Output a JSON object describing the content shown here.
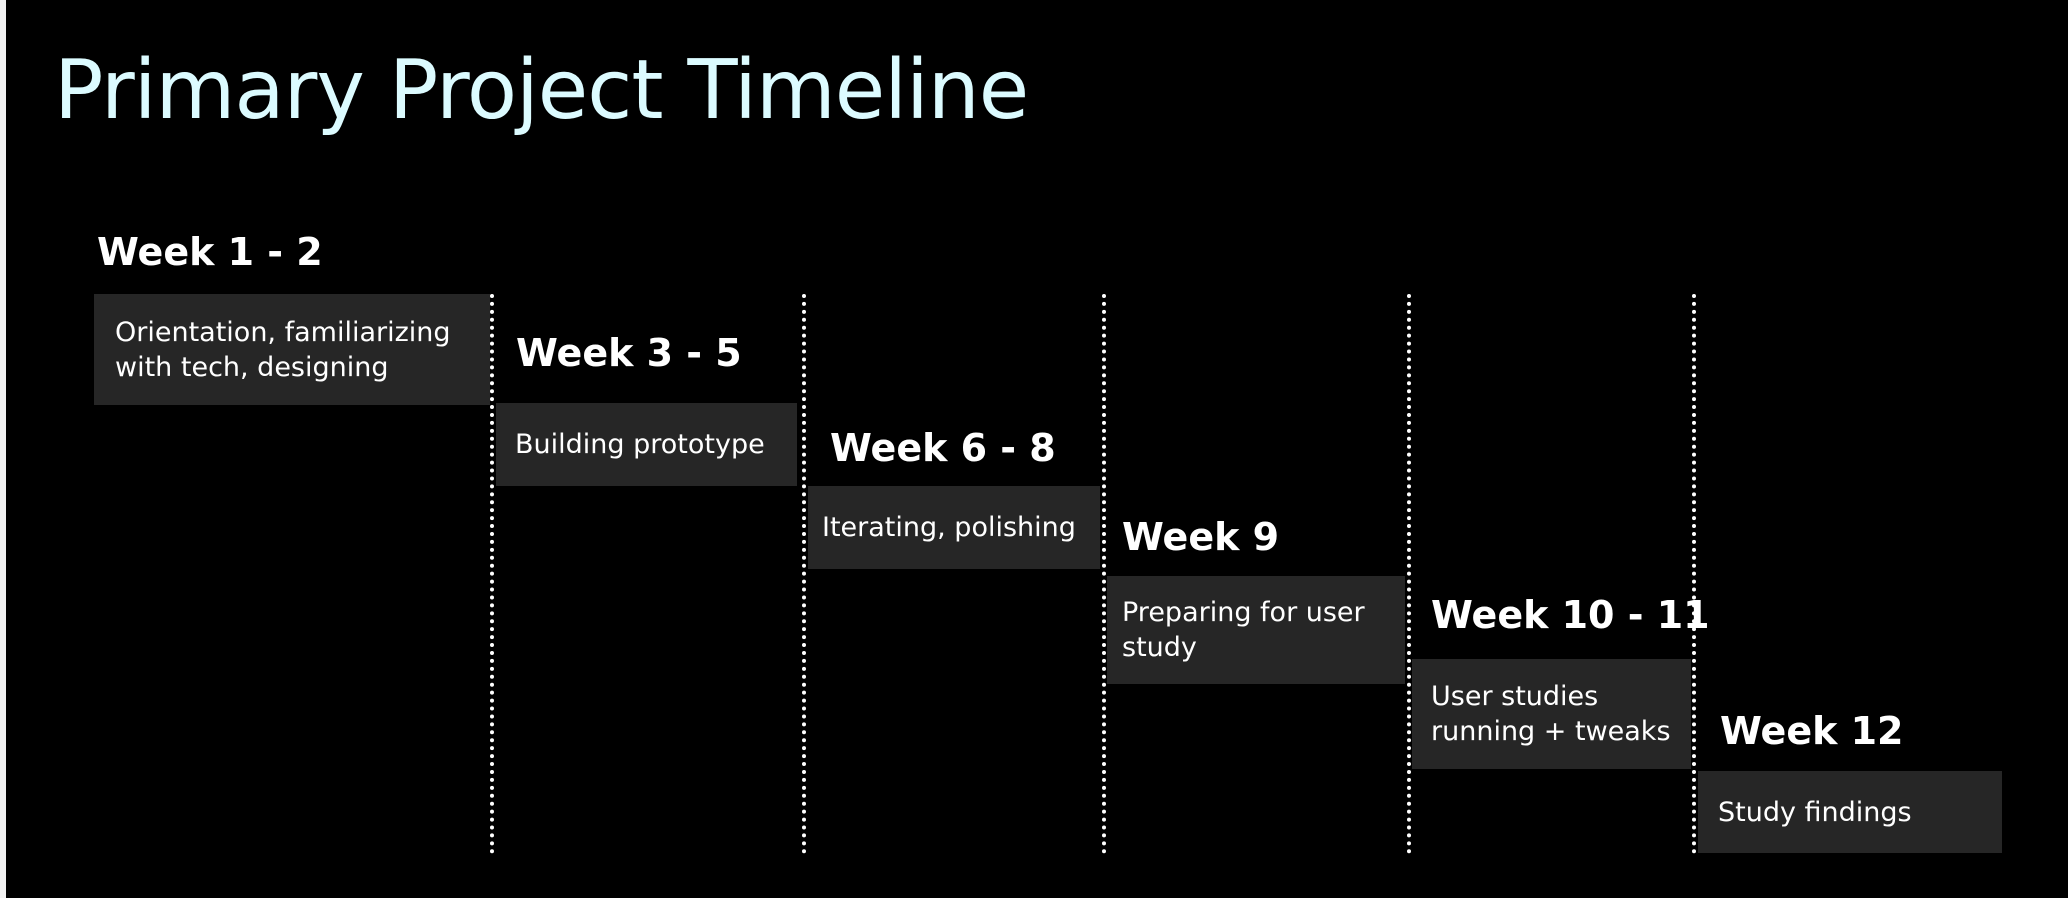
{
  "title": "Primary Project Timeline",
  "colors": {
    "background": "#000000",
    "title": "#dcfbff",
    "box": "#262626",
    "text": "#ffffff",
    "divider": "#ffffff"
  },
  "phases": [
    {
      "week": "Week 1 - 2",
      "task": "Orientation, familiarizing with tech, designing"
    },
    {
      "week": "Week 3 - 5",
      "task": "Building prototype"
    },
    {
      "week": "Week 6 - 8",
      "task": "Iterating, polishing"
    },
    {
      "week": "Week 9",
      "task": "Preparing for user study"
    },
    {
      "week": "Week 10 - 11",
      "task": "User studies running + tweaks"
    },
    {
      "week": "Week 12",
      "task": "Study findings"
    }
  ]
}
